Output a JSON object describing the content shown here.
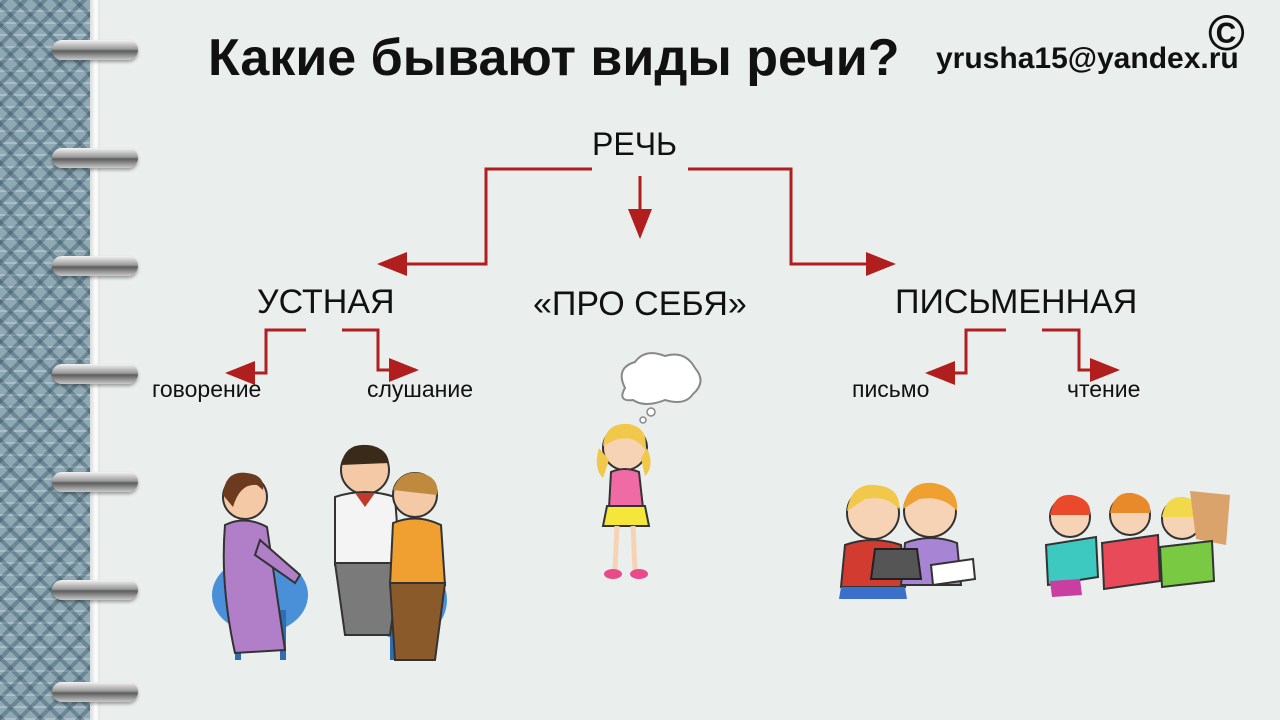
{
  "title": "Какие бывают виды речи?",
  "watermark_email": "yrusha15@yandex.ru",
  "copyright_symbol": "©",
  "diagram": {
    "root": "РЕЧЬ",
    "branches": {
      "oral": "УСТНАЯ",
      "inner": "«ПРО СЕБЯ»",
      "written": "ПИСЬМЕННАЯ"
    },
    "oral_children": [
      "говорение",
      "слушание"
    ],
    "written_children": [
      "письмо",
      "чтение"
    ]
  },
  "colors": {
    "arrow": "#b01e1e",
    "background": "#e9ecea",
    "text": "#111111"
  },
  "illustrations": [
    "people-talking",
    "girl-thinking",
    "children-laptop",
    "children-reading"
  ]
}
